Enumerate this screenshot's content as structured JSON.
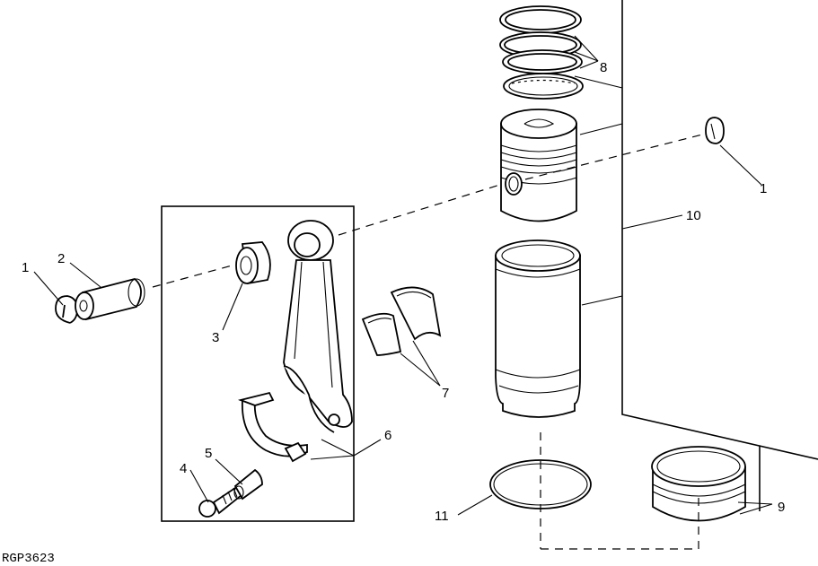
{
  "labels": {
    "snap_ring_left": "1",
    "snap_ring_right": "1",
    "piston_pin": "2",
    "pin_bushing": "3",
    "cap_screw": "4",
    "dowel": "5",
    "connecting_rod": "6",
    "rod_bearings": "7",
    "piston_rings": "8",
    "packing_rings": "9",
    "cylinder_block": "10",
    "o_ring": "11"
  },
  "figure_code": "RGP3623"
}
